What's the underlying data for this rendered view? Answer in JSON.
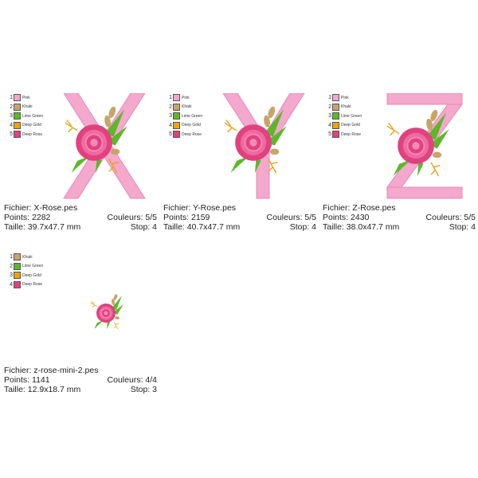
{
  "colors": {
    "Pink": "#f3a8cc",
    "Khaki": "#c9a46a",
    "Lime Green": "#5cb82a",
    "Deep Gold": "#e8a514",
    "Deep Rose": "#e0427f"
  },
  "panels": [
    {
      "file_label": "Fichier: X-Rose.pes",
      "points_label": "Points: 2282",
      "size_label": "Taille: 39.7x47.7 mm",
      "colors_label": "Couleurs: 5/5",
      "stop_label": "Stop: 4",
      "legend": [
        {
          "n": "1",
          "name": "Pink"
        },
        {
          "n": "2",
          "name": "Khaki"
        },
        {
          "n": "3",
          "name": "Lime Green"
        },
        {
          "n": "4",
          "name": "Deep Gold"
        },
        {
          "n": "5",
          "name": "Deep Rose"
        }
      ]
    },
    {
      "file_label": "Fichier: Y-Rose.pes",
      "points_label": "Points: 2159",
      "size_label": "Taille: 40.7x47.7 mm",
      "colors_label": "Couleurs: 5/5",
      "stop_label": "Stop: 4",
      "legend": [
        {
          "n": "1",
          "name": "Pink"
        },
        {
          "n": "2",
          "name": "Khaki"
        },
        {
          "n": "3",
          "name": "Lime Green"
        },
        {
          "n": "4",
          "name": "Deep Gold"
        },
        {
          "n": "5",
          "name": "Deep Rose"
        }
      ]
    },
    {
      "file_label": "Fichier: Z-Rose.pes",
      "points_label": "Points: 2430",
      "size_label": "Taille: 38.0x47.7 mm",
      "colors_label": "Couleurs: 5/5",
      "stop_label": "Stop: 4",
      "legend": [
        {
          "n": "1",
          "name": "Pink"
        },
        {
          "n": "2",
          "name": "Khaki"
        },
        {
          "n": "3",
          "name": "Lime Green"
        },
        {
          "n": "4",
          "name": "Deep Gold"
        },
        {
          "n": "5",
          "name": "Deep Rose"
        }
      ]
    },
    {
      "file_label": "Fichier: z-rose-mini-2.pes",
      "points_label": "Points: 1141",
      "size_label": "Taille: 12.9x18.7 mm",
      "colors_label": "Couleurs: 4/4",
      "stop_label": "Stop: 3",
      "legend": [
        {
          "n": "1",
          "name": "Khaki"
        },
        {
          "n": "2",
          "name": "Lime Green"
        },
        {
          "n": "3",
          "name": "Deep Gold"
        },
        {
          "n": "4",
          "name": "Deep Rose"
        }
      ]
    }
  ]
}
